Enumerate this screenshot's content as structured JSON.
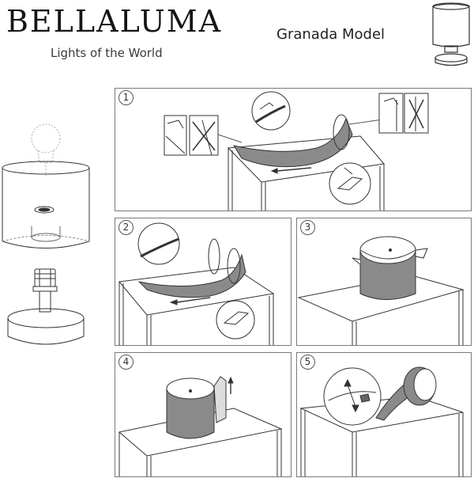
{
  "header": {
    "brand": "BELLALUMA",
    "tagline": "Lights of the World",
    "model": "Granada Model"
  },
  "steps": [
    {
      "number": "1"
    },
    {
      "number": "2"
    },
    {
      "number": "3"
    },
    {
      "number": "4"
    },
    {
      "number": "5"
    }
  ],
  "colors": {
    "line": "#333333",
    "shade_fill": "#8a8a8a",
    "panel_border": "#7a7a7a"
  },
  "icons": [
    "lamp-thumbnail-icon",
    "exploded-lamp-diagram",
    "table-icon",
    "shade-icon",
    "zoom-circle-icon",
    "arrow-icon",
    "cross-mark-icon"
  ]
}
